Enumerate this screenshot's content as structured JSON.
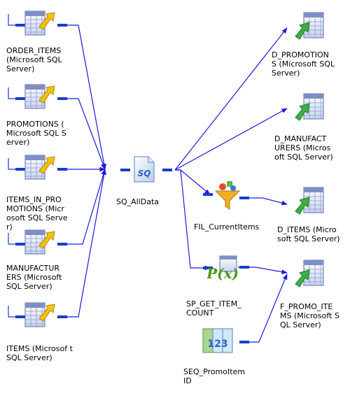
{
  "sources": [
    {
      "label_lines": [
        "ORDER_ITEMS",
        "(Microsoft SQL",
        "Server)"
      ]
    },
    {
      "label_lines": [
        "PROMOTIONS (",
        "Microsoft SQL S",
        "erver)"
      ]
    },
    {
      "label_lines": [
        "ITEMS_IN_PRO",
        "MOTIONS (Micr",
        "osoft SQL Serve",
        "r)"
      ]
    },
    {
      "label_lines": [
        "MANUFACTUR",
        "ERS (Microsoft",
        "SQL Server)"
      ]
    },
    {
      "label_lines": [
        "ITEMS (Microsof t",
        "SQL Server)"
      ]
    }
  ],
  "source_qualifier": {
    "label": "SQ_AllData",
    "icon_text": "SQ"
  },
  "filter": {
    "label": "FIL_CurrentItems"
  },
  "stored_procedure": {
    "label_lines": [
      "SP_GET_ITEM_",
      "COUNT"
    ],
    "icon_text": "P(x)"
  },
  "sequence": {
    "label_lines": [
      "SEQ_PromoItem",
      "ID"
    ],
    "icon_text": "123"
  },
  "targets": [
    {
      "label_lines": [
        "D_PROMOTION",
        "S (Microsoft SQL",
        "Server)"
      ]
    },
    {
      "label_lines": [
        "D_MANUFACT",
        "URERS (Micros",
        "oft SQL Server)"
      ]
    },
    {
      "label_lines": [
        "D_ITEMS (Micro",
        "soft SQL Server)"
      ]
    },
    {
      "label_lines": [
        "F_PROMO_ITE",
        "MS (Microsoft S",
        "QL Server)"
      ]
    }
  ],
  "colors": {
    "link": "#1a1adc",
    "port": "#1a3cc8",
    "sq_icon": "#2a62c8",
    "sp_icon": "#4a9a1a",
    "filter_icon": "#f0b020"
  }
}
